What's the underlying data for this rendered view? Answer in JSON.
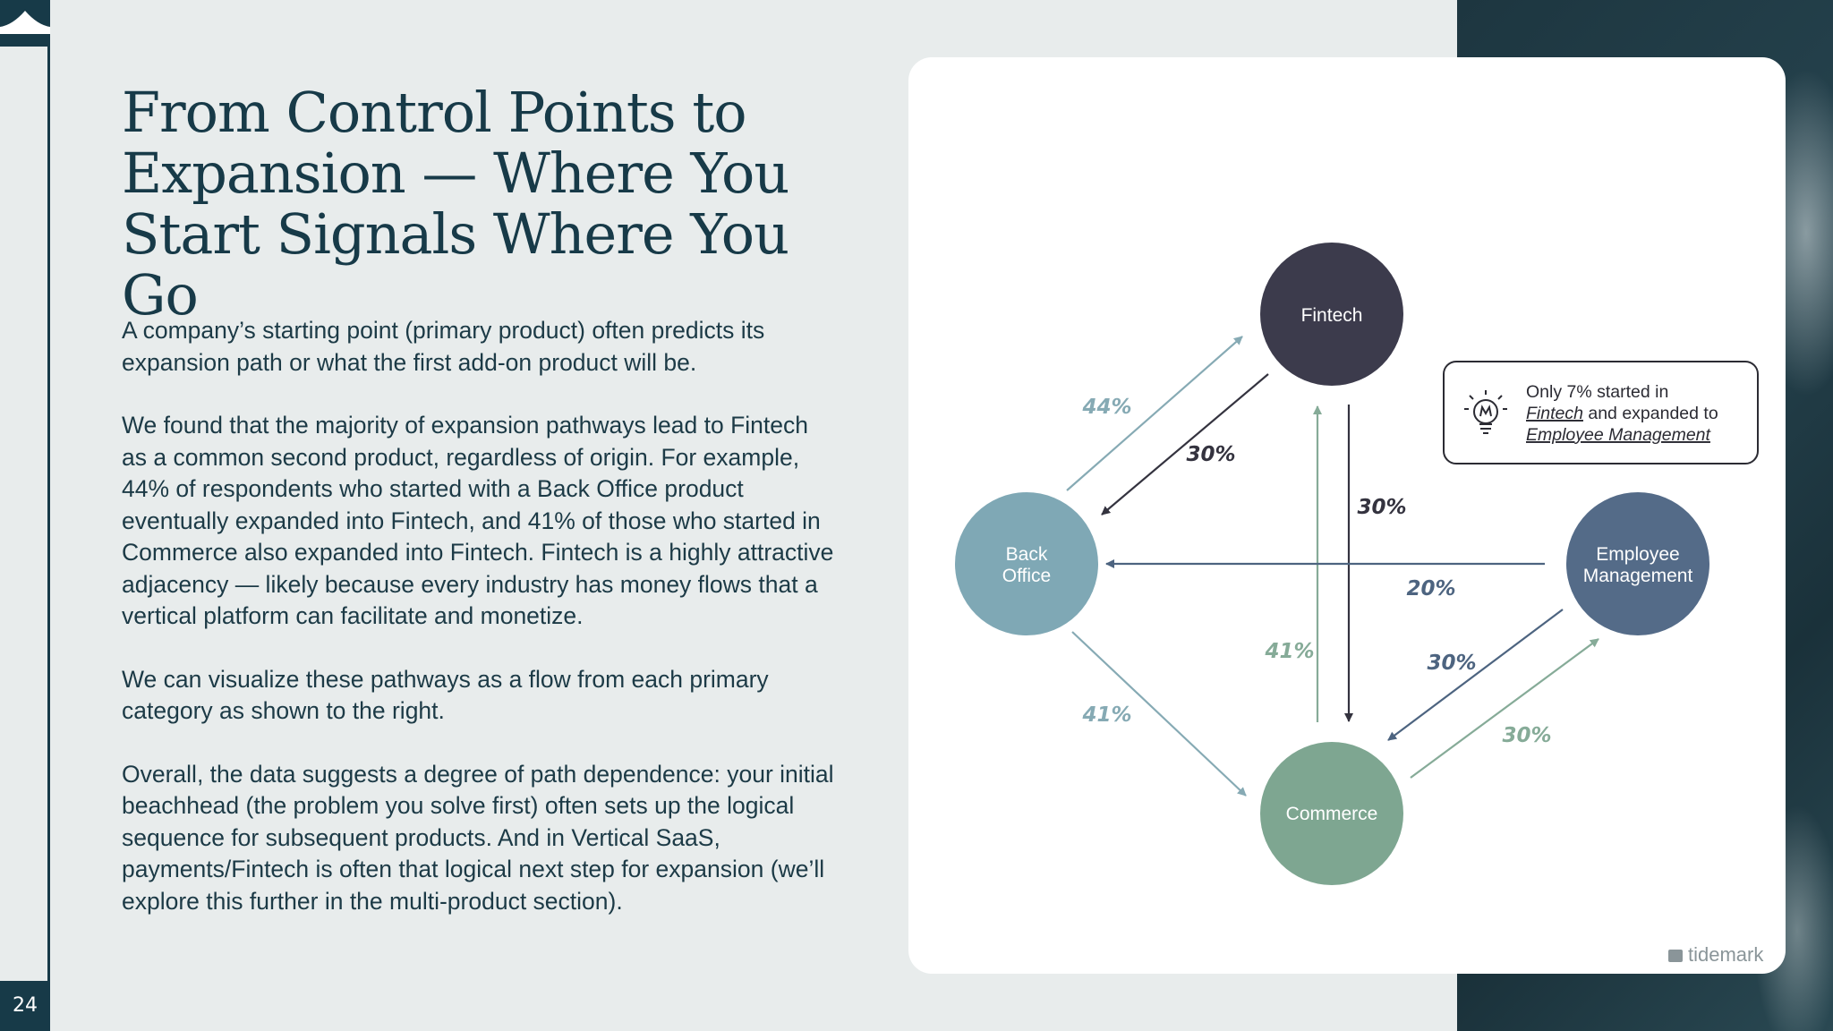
{
  "slide": {
    "page_number": "24",
    "title": "From Control Points to Expansion — Where You Start Signals Where You Go",
    "paragraphs": [
      "A company’s starting point (primary product) often predicts its expansion path or what the first add-on product will be.",
      "We found that the majority of expansion pathways lead to Fintech as a common second product, regardless of origin. For example, 44% of respondents who started with a Back Office product eventually expanded into Fintech, and 41% of those who started in Commerce also expanded into Fintech. Fintech is a highly attractive adjacency — likely because every industry has money flows that a vertical platform can facilitate and monetize.",
      "We can visualize these pathways as a flow from each primary category as shown to the right.",
      "Overall, the data suggests a degree of path dependence: your initial beachhead (the problem you solve first) often sets up the logical sequence for subsequent products. And in Vertical SaaS, payments/Fintech is often that logical next step for expansion (we’ll explore this further in the multi-product section)."
    ],
    "brand": "tidemark"
  },
  "diagram": {
    "nodes": {
      "fintech": {
        "label": "Fintech",
        "color": "#3c3b4c"
      },
      "back_office": {
        "line1": "Back",
        "line2": "Office",
        "color": "#7fa8b5"
      },
      "employee_management": {
        "line1": "Employee",
        "line2": "Management",
        "color": "#546b88"
      },
      "commerce": {
        "label": "Commerce",
        "color": "#7ea691"
      }
    },
    "edges": {
      "back_office_to_fintech": "44%",
      "fintech_to_back_office": "30%",
      "fintech_to_commerce": "30%",
      "commerce_to_fintech": "41%",
      "employee_management_to_back_office": "20%",
      "back_office_to_commerce": "41%",
      "employee_management_to_commerce": "30%",
      "commerce_to_employee_management": "30%"
    },
    "callout": {
      "icon": "lightbulb-icon",
      "line1": "Only 7% started in",
      "fintech": "Fintech",
      "middle": " and expanded to",
      "employee_management": "Employee Management"
    }
  }
}
